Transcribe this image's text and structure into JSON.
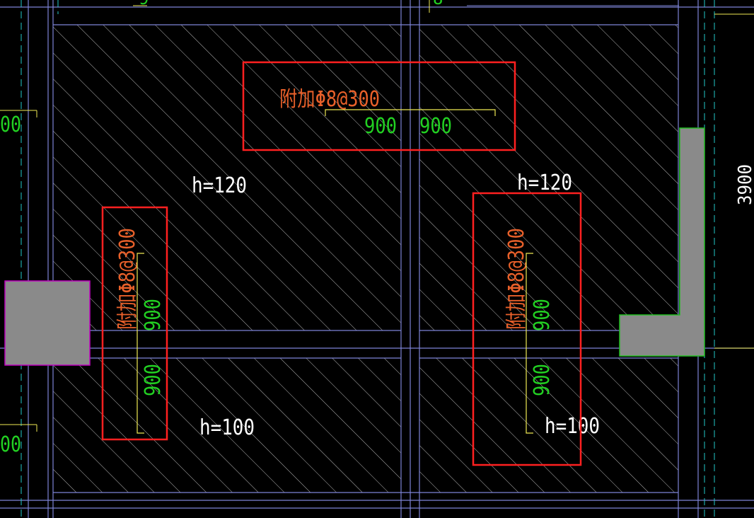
{
  "colors": {
    "background": "#000000",
    "grid_line": "#7d83d6",
    "hatch": "#d8d8d8",
    "highlight_box": "#ff2020",
    "annotation": "#e8602a",
    "dimension_text": "#22d022",
    "dimension_line": "#f0ea54",
    "column_fill": "#8a8a8a",
    "column_edge_left": "#c000c0",
    "column_edge_right": "#22c022",
    "slab_thickness_text": "#ffffff",
    "axis_line": "#22c8c8"
  },
  "slab_labels": {
    "top_left": "h=120",
    "top_right": "h=120",
    "bottom_left": "h=100",
    "bottom_right": "h=100"
  },
  "rebar": {
    "top_note": "附加Φ8@300",
    "left_note": "附加Φ8@300",
    "right_note": "附加Φ8@300"
  },
  "dimensions": {
    "top_a": "900",
    "top_b": "900",
    "left_a": "900",
    "left_b": "900",
    "right_a": "900",
    "right_b": "900",
    "edge_right": "3900",
    "edge_left_upper": "00",
    "edge_left_lower": "00",
    "top_cut_left": "9",
    "top_cut_right": "8"
  },
  "icons": [
    "hatch-pattern",
    "rebar-dimension-bracket"
  ]
}
